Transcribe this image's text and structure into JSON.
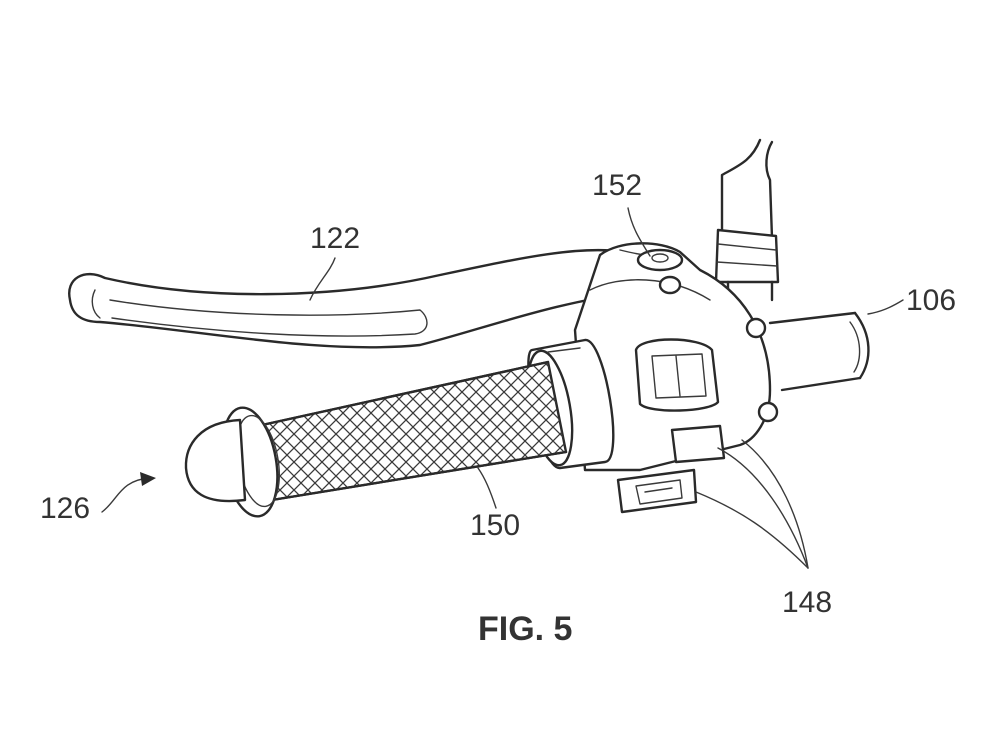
{
  "labels": {
    "lever": "122",
    "bolt": "152",
    "handlebar": "106",
    "assembly": "126",
    "grip": "150",
    "buttons": "148"
  },
  "caption": "FIG. 5"
}
